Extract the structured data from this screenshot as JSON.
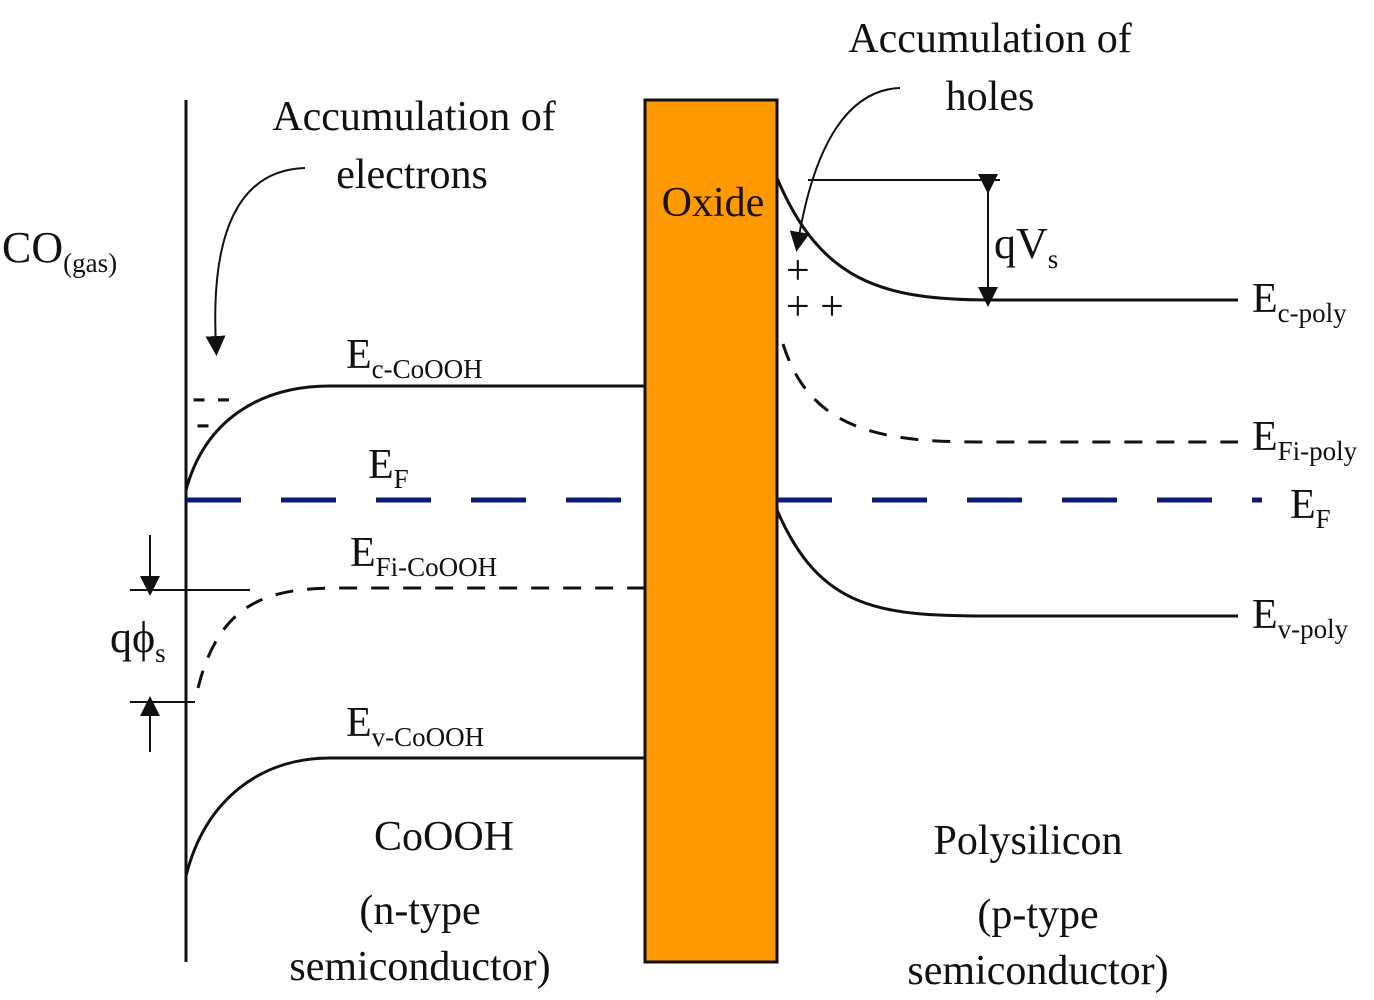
{
  "gas": {
    "main": "CO",
    "sub": "(gas)"
  },
  "oxide_label": "Oxide",
  "annotations": {
    "electrons_line1": "Accumulation of",
    "electrons_line2": "electrons",
    "holes_line1": "Accumulation of",
    "holes_line2": "holes"
  },
  "left_levels": {
    "ec": {
      "main": "E",
      "sub": "c-CoOOH"
    },
    "ef": {
      "main": "E",
      "sub": "F"
    },
    "efi": {
      "main": "E",
      "sub": "Fi-CoOOH"
    },
    "ev": {
      "main": "E",
      "sub": "v-CoOOH"
    }
  },
  "right_levels": {
    "ec": {
      "main": "E",
      "sub": "c-poly"
    },
    "efi": {
      "main": "E",
      "sub": "Fi-poly"
    },
    "ef": {
      "main": "E",
      "sub": "F"
    },
    "ev": {
      "main": "E",
      "sub": "v-poly"
    }
  },
  "potentials": {
    "qvs": {
      "main": "qV",
      "sub": "s"
    },
    "qphis": {
      "main": "qϕ",
      "sub": "s"
    }
  },
  "charges": {
    "minus_1": "- -",
    "minus_2": "-",
    "plus_1": "+",
    "plus_2": "+ +"
  },
  "materials": {
    "left_name": "CoOOH",
    "left_type_1": "(n-type",
    "left_type_2": "semiconductor)",
    "right_name": "Polysilicon",
    "right_type_1": "(p-type",
    "right_type_2": "semiconductor)"
  },
  "colors": {
    "oxide_fill": "#FF9900",
    "fermi_line": "#0d1a7a",
    "line": "#111111"
  }
}
